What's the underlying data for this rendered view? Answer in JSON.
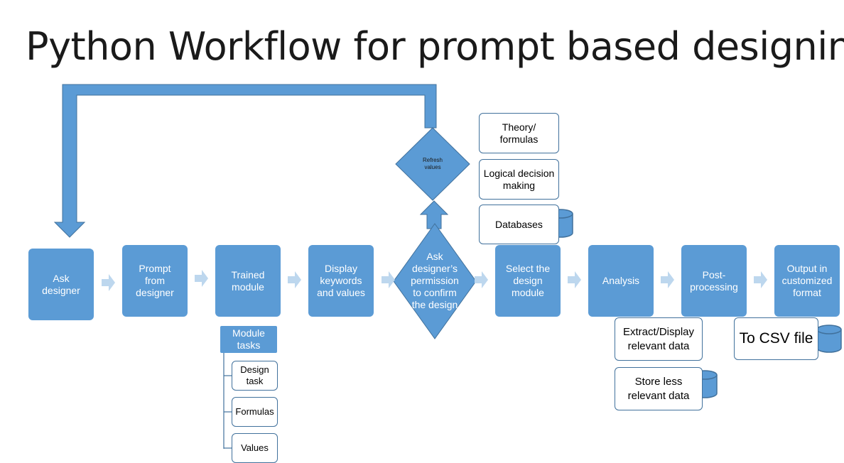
{
  "title": "Python Workflow for prompt based designing",
  "colors": {
    "primary_fill": "#5b9bd5",
    "primary_border": "#41719c",
    "connector_arrow": "#bdd7ee",
    "box_outline": "#41719c"
  },
  "main_flow": [
    {
      "label": "Ask\ndesigner"
    },
    {
      "label": "Prompt\nfrom\ndesigner"
    },
    {
      "label": "Trained\nmodule"
    },
    {
      "label": "Display\nkeywords\nand values"
    },
    {
      "label": "Ask\ndesigner’s\npermission\nto confirm\nthe design"
    },
    {
      "label": "Select the\ndesign\nmodule"
    },
    {
      "label": "Analysis"
    },
    {
      "label": "Post-\nprocessing"
    },
    {
      "label": "Output in\ncustomized\nformat"
    }
  ],
  "refresh_decision": {
    "label": "Refresh\nvalues"
  },
  "module_tasks": {
    "header": "Module\ntasks",
    "items": [
      "Design\ntask",
      "Formulas",
      "Values"
    ]
  },
  "design_module_inputs": [
    {
      "label": "Theory/\nformulas"
    },
    {
      "label": "Logical decision\nmaking"
    },
    {
      "label": "Databases"
    }
  ],
  "analysis_outputs": [
    {
      "label": "Extract/Display\nrelevant data"
    },
    {
      "label": "Store less\nrelevant data"
    }
  ],
  "output_target": {
    "label": "To CSV file"
  },
  "icons": {
    "database": "database-cylinder-icon",
    "connector": "chevron-right-arrow-icon"
  }
}
